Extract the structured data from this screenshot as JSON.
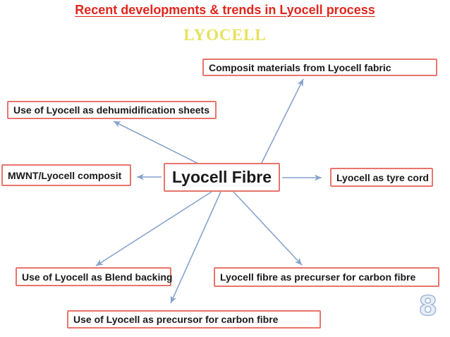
{
  "slide": {
    "title": "Recent developments & trends in Lyocell process",
    "subtitle": "LYOCELL",
    "page_number": "8"
  },
  "diagram": {
    "center": {
      "label": "Lyocell Fibre"
    },
    "nodes": [
      {
        "id": "composit-materials",
        "label": "Composit materials from Lyocell fabric"
      },
      {
        "id": "dehumidification-sheets",
        "label": "Use of Lyocell as dehumidification sheets"
      },
      {
        "id": "mwnt-composit",
        "label": "MWNT/Lyocell composit"
      },
      {
        "id": "tyre-cord",
        "label": "Lyocell as tyre cord"
      },
      {
        "id": "blend-backing",
        "label": "Use of Lyocell as Blend backing"
      },
      {
        "id": "precurser-carbon-fibre",
        "label": "Lyocell fibre as precurser for carbon fibre"
      },
      {
        "id": "precursor-carbon-fibre",
        "label": "Use of Lyocell as precursor for carbon fibre"
      }
    ]
  },
  "colors": {
    "title_red": "#e1251b",
    "subtitle_yellow": "#e6e25c",
    "box_border": "#e8756d",
    "arrow_blue": "#87a3cc",
    "text_black": "#1a1a1a",
    "page_number_fill": "#e7eef7",
    "page_number_stroke": "#9ab4d6"
  }
}
